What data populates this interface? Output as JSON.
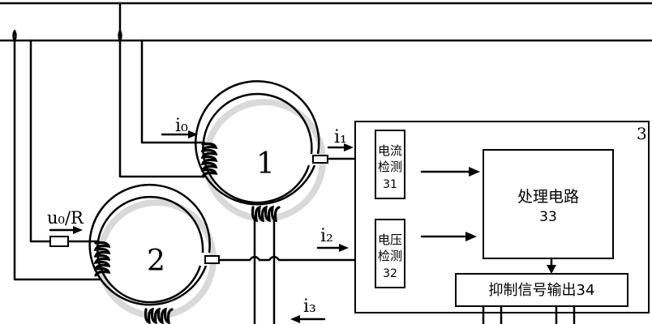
{
  "labels": {
    "i0": "i₀",
    "i1": "i₁",
    "i2": "i₂",
    "i3": "i₃",
    "u0R": "u₀/R",
    "ring1": "1",
    "ring2": "2",
    "box3": "3"
  },
  "blocks": {
    "current_detect": {
      "line1": "电流",
      "line2": "检测",
      "line3": "31"
    },
    "voltage_detect": {
      "line1": "电压",
      "line2": "检测",
      "line3": "32"
    },
    "processing": {
      "line1": "处理电路",
      "line2": "33"
    },
    "suppress_output": {
      "label": "抑制信号输出34"
    }
  }
}
